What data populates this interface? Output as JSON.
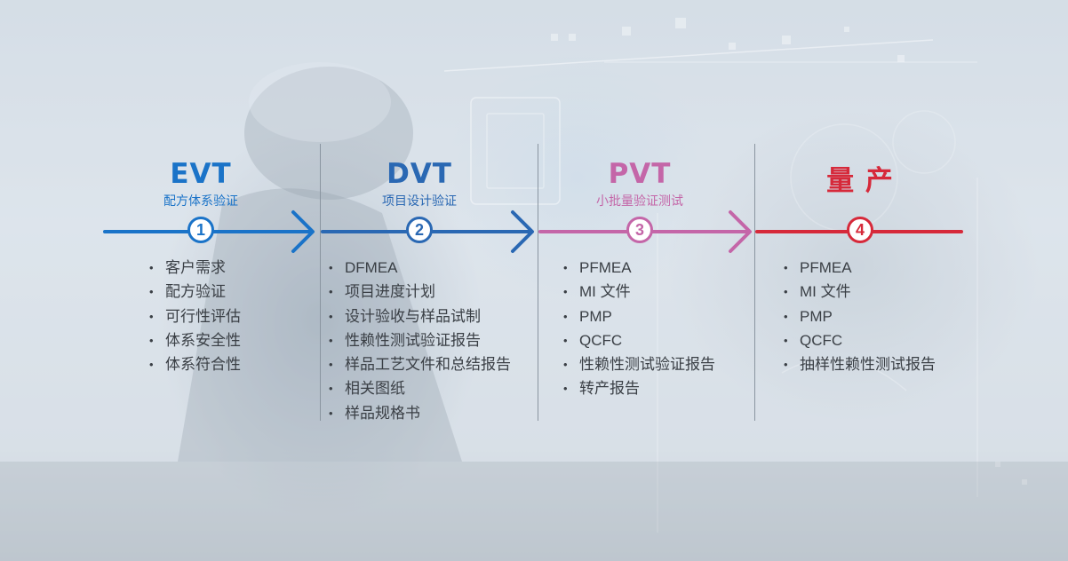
{
  "stages": [
    {
      "title": "EVT",
      "subtitle": "配方体系验证",
      "number": "1",
      "color": "#1a73c8",
      "items": [
        "客户需求",
        "配方验证",
        "可行性评估",
        "体系安全性",
        "体系符合性"
      ]
    },
    {
      "title": "DVT",
      "subtitle": "项目设计验证",
      "number": "2",
      "color": "#2a68b3",
      "items": [
        "DFMEA",
        "项目进度计划",
        "设计验收与样品试制",
        "性赖性测试验证报告",
        "样品工艺文件和总结报告",
        "相关图纸",
        "样品规格书"
      ]
    },
    {
      "title": "PVT",
      "subtitle": "小批量验证测试",
      "number": "3",
      "color": "#c466a8",
      "items": [
        "PFMEA",
        "MI 文件",
        "PMP",
        "QCFC",
        "性赖性测试验证报告",
        "转产报告"
      ]
    },
    {
      "title": "量 产",
      "subtitle": "",
      "number": "4",
      "color": "#d6293a",
      "items": [
        "PFMEA",
        "MI 文件",
        "PMP",
        "QCFC",
        "抽样性赖性测试报告"
      ]
    }
  ]
}
